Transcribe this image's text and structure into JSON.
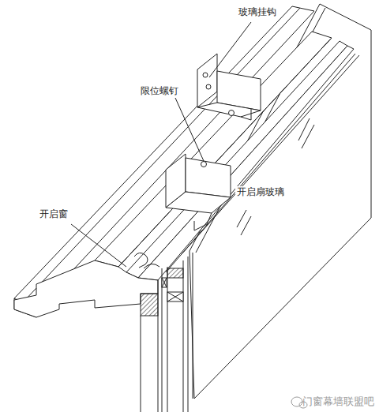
{
  "diagram": {
    "labels": [
      "玻璃挂钩",
      "限位螺钉",
      "开启窗",
      "开启扇玻璃",
      "门窗幕墙联盟吧"
    ]
  }
}
